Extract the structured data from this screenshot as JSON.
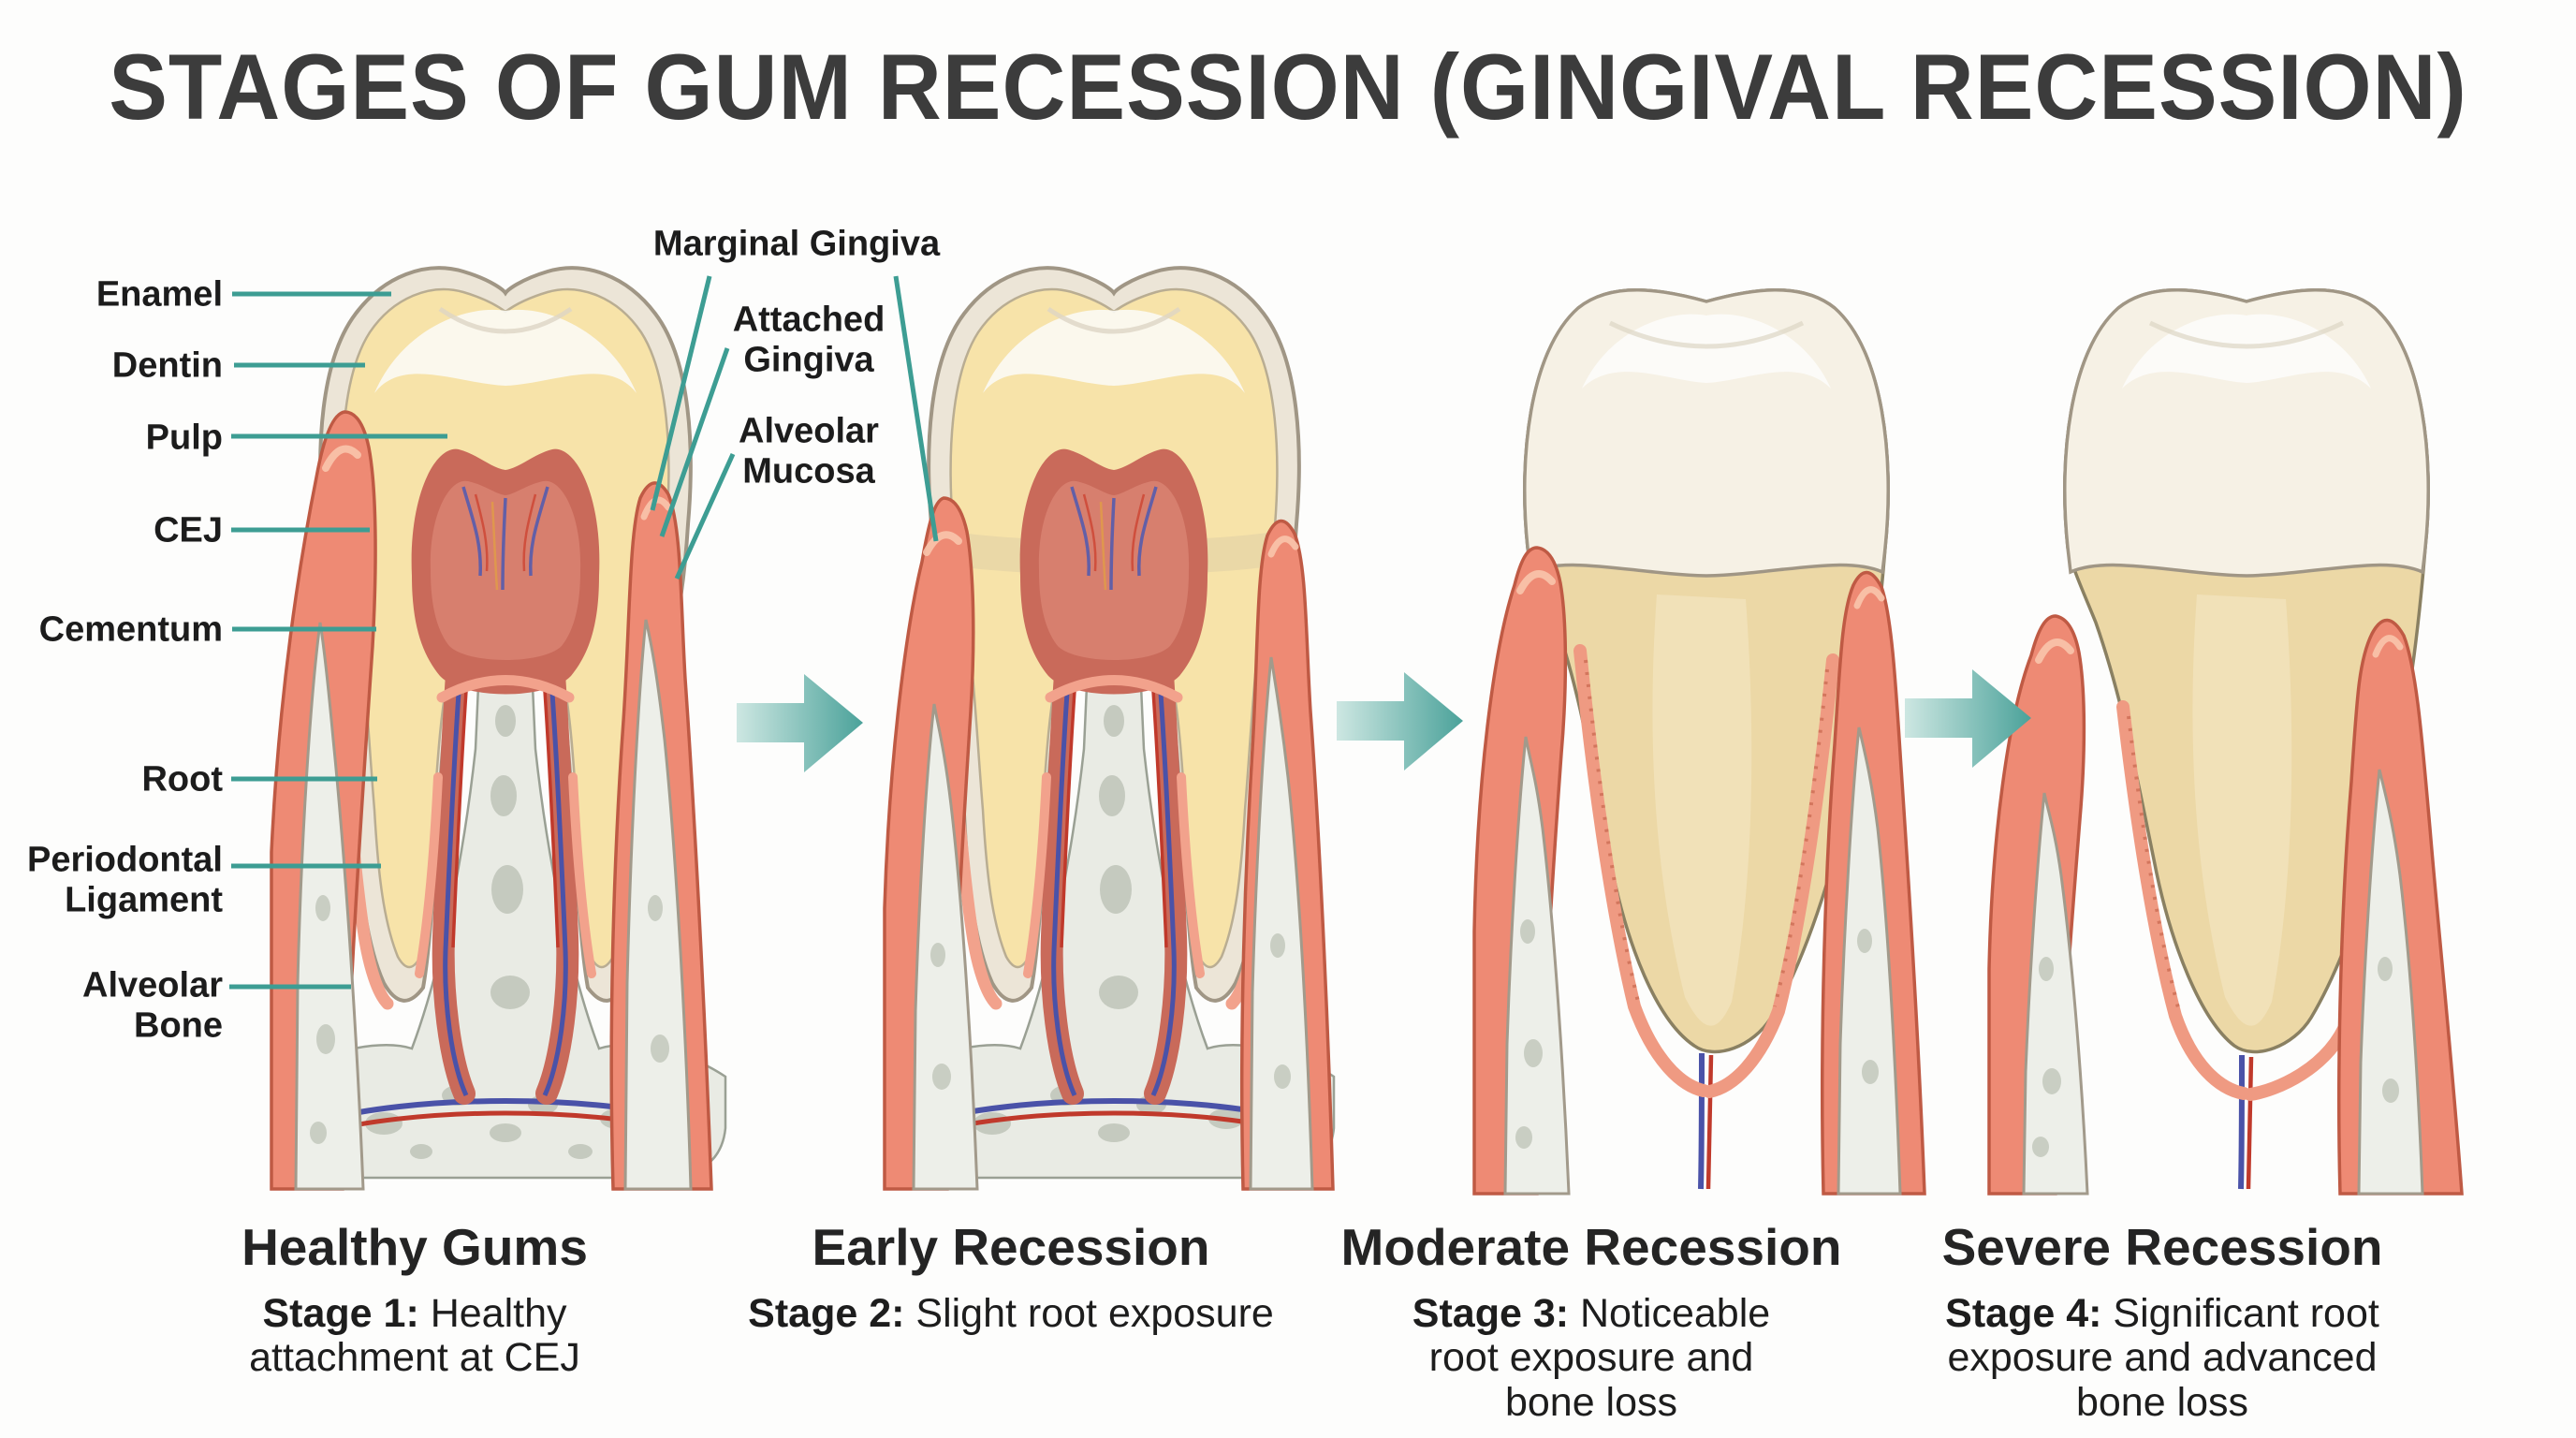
{
  "title": "STAGES OF GUM RECESSION (GINGIVAL RECESSION)",
  "anatomy_labels": {
    "left": [
      {
        "text": "Enamel"
      },
      {
        "text": "Dentin"
      },
      {
        "text": "Pulp"
      },
      {
        "text": "CEJ"
      },
      {
        "text": "Cementum"
      },
      {
        "text": "Root"
      },
      {
        "text": "Periodontal Ligament"
      },
      {
        "text": "Alveolar Bone"
      }
    ],
    "gingiva": [
      {
        "text": "Marginal Gingiva"
      },
      {
        "text": "Attached Gingiva"
      },
      {
        "text": "Alveolar Mucosa"
      }
    ]
  },
  "stages": [
    {
      "name": "Healthy Gums",
      "stage_label": "Stage 1:",
      "description": "Healthy attachment at CEJ"
    },
    {
      "name": "Early Recession",
      "stage_label": "Stage 2:",
      "description": "Slight root exposure"
    },
    {
      "name": "Moderate Recession",
      "stage_label": "Stage 3:",
      "description": "Noticeable root exposure and bone loss"
    },
    {
      "name": "Severe Recession",
      "stage_label": "Stage 4:",
      "description": "Significant root exposure and advanced bone loss"
    }
  ],
  "colors": {
    "leader_line_teal": "#3d9d93",
    "arrow_teal": "#4ba29a",
    "arrow_teal_light": "#cde7e2",
    "gum_salmon": "#ee8a74",
    "gum_edge": "#bf5a44",
    "gum_highlight": "#f4a68f",
    "enamel": "#efe9dd",
    "enamel_outline": "#a09685",
    "dentin_yellow": "#f7e3a9",
    "pulp_red": "#c96a5a",
    "vessel_blue": "#4a52a8",
    "vessel_red": "#c0392b",
    "vessel_orange": "#e09a4a",
    "bone_white": "#edefe9",
    "bone_blob_gray": "#c5cabf",
    "root_beige": "#ecd8a6",
    "title_gray": "#3c3c3c",
    "text_dark": "#1d1d1d"
  }
}
